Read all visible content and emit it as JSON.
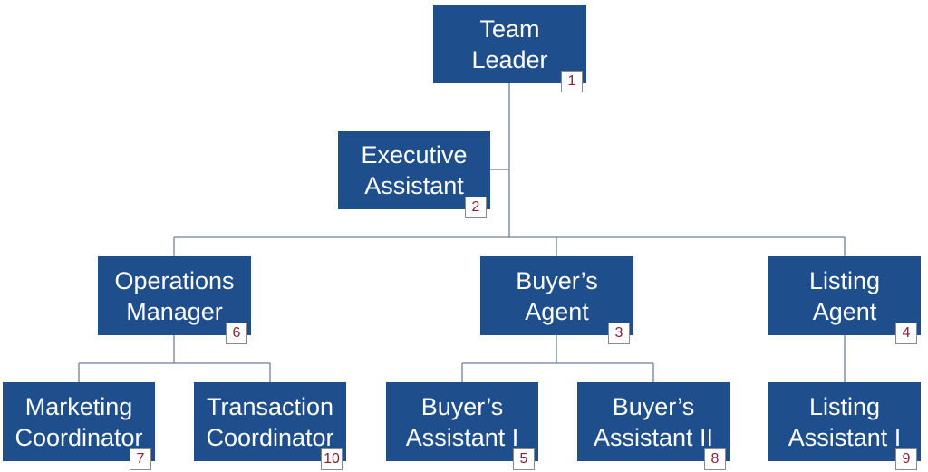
{
  "nodes": [
    {
      "id": "team-leader",
      "title": "Team\nLeader",
      "number": "1"
    },
    {
      "id": "executive-assistant",
      "title": "Executive\nAssistant",
      "number": "2"
    },
    {
      "id": "operations-manager",
      "title": "Operations\nManager",
      "number": "6"
    },
    {
      "id": "buyers-agent",
      "title": "Buyer’s\nAgent",
      "number": "3"
    },
    {
      "id": "listing-agent",
      "title": "Listing\nAgent",
      "number": "4"
    },
    {
      "id": "marketing-coordinator",
      "title": "Marketing\nCoordinator",
      "number": "7"
    },
    {
      "id": "transaction-coordinator",
      "title": "Transaction\nCoordinator",
      "number": "10"
    },
    {
      "id": "buyers-assistant-1",
      "title": "Buyer’s\nAssistant I",
      "number": "5"
    },
    {
      "id": "buyers-assistant-2",
      "title": "Buyer’s\nAssistant II",
      "number": "8"
    },
    {
      "id": "listing-assistant-1",
      "title": "Listing\nAssistant I",
      "number": "9"
    }
  ],
  "colors": {
    "box": "#1f4e8c",
    "text": "#ffffff",
    "badge_text": "#8a1f2f",
    "connector": "#6f7f96"
  }
}
